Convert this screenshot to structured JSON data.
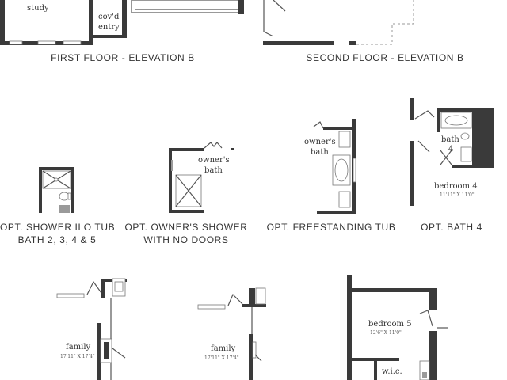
{
  "captions": {
    "first_floor": "FIRST FLOOR - ELEVATION B",
    "second_floor": "SECOND FLOOR - ELEVATION B",
    "shower_ilo_tub_line1": "OPT. SHOWER ILO TUB",
    "shower_ilo_tub_line2": "BATH 2, 3, 4 & 5",
    "owners_shower_line1": "OPT. OWNER'S SHOWER",
    "owners_shower_line2": "WITH NO DOORS",
    "freestanding_tub": "OPT. FREESTANDING TUB",
    "bath_4": "OPT. BATH 4"
  },
  "rooms": {
    "study": "study",
    "covd_entry_line1": "cov'd",
    "covd_entry_line2": "entry",
    "owners_bath_a_line1": "owner's",
    "owners_bath_a_line2": "bath",
    "owners_bath_b_line1": "owner's",
    "owners_bath_b_line2": "bath",
    "bath4_line1": "bath",
    "bath4_line2": "4",
    "bedroom4": "bedroom 4",
    "bedroom4_dim": "11'11\" X 11'0\"",
    "family_a": "family",
    "family_a_dim": "17'11\" X 17'4\"",
    "family_b": "family",
    "family_b_dim": "17'11\" X 17'4\"",
    "bedroom5": "bedroom 5",
    "bedroom5_dim": "12'6\" X 11'0\"",
    "wic": "w.i.c."
  }
}
